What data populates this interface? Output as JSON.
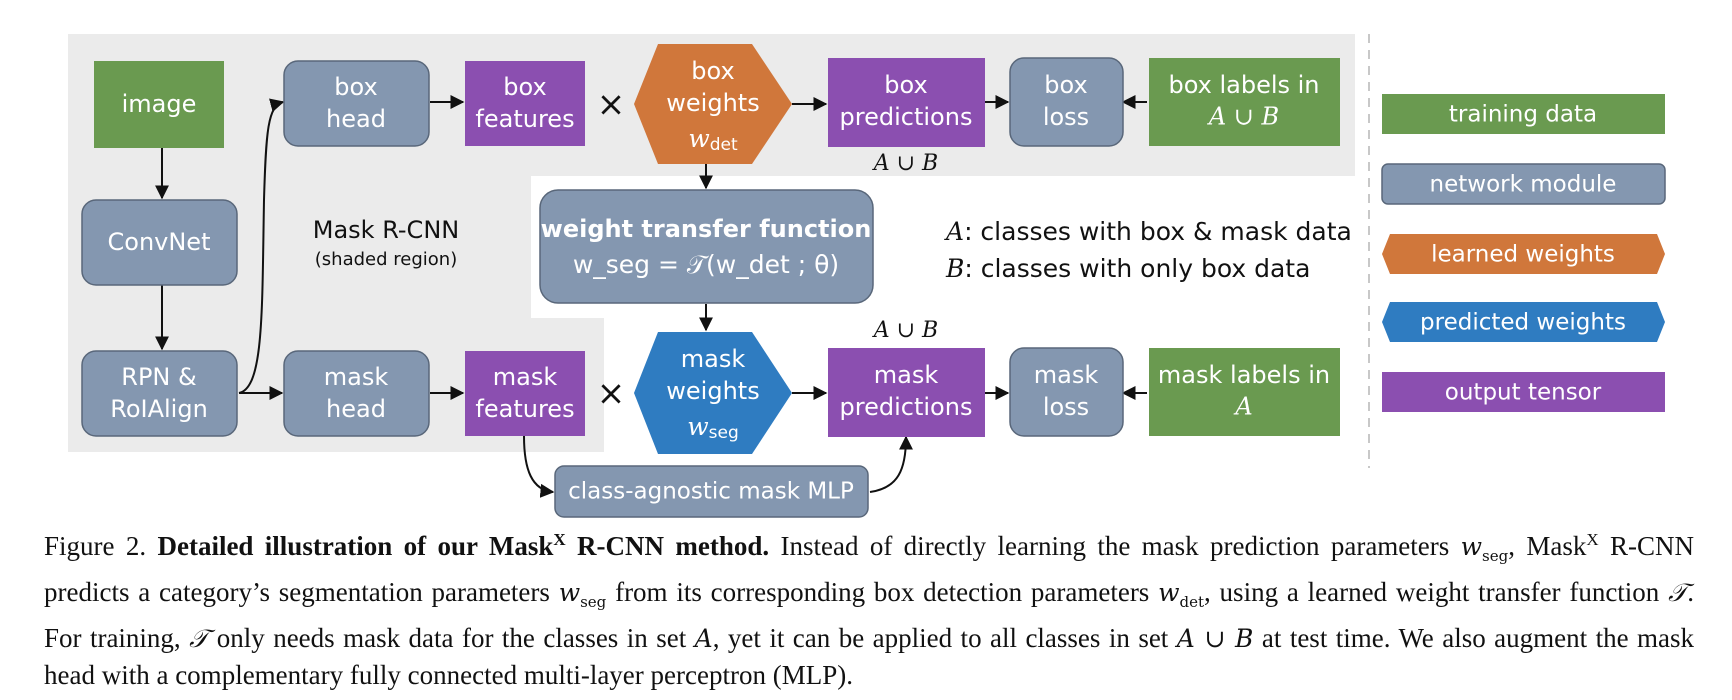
{
  "diagram": {
    "nodes": {
      "image": {
        "lines": [
          "image"
        ]
      },
      "convnet": {
        "lines": [
          "ConvNet"
        ]
      },
      "rpn": {
        "lines": [
          "RPN &",
          "RoIAlign"
        ]
      },
      "box_head": {
        "lines": [
          "box",
          "head"
        ]
      },
      "box_features": {
        "lines": [
          "box",
          "features"
        ]
      },
      "box_weights": {
        "lines": [
          "box",
          "weights"
        ],
        "symbol": "w",
        "subscript": "det"
      },
      "box_predictions": {
        "lines": [
          "box",
          "predictions"
        ]
      },
      "box_loss": {
        "lines": [
          "box",
          "loss"
        ]
      },
      "box_labels": {
        "lines": [
          "box labels in"
        ],
        "math": "A ∪ B"
      },
      "mask_head": {
        "lines": [
          "mask",
          "head"
        ]
      },
      "mask_features": {
        "lines": [
          "mask",
          "features"
        ]
      },
      "mask_weights": {
        "lines": [
          "mask",
          "weights"
        ],
        "symbol": "w",
        "subscript": "seg"
      },
      "mask_predictions": {
        "lines": [
          "mask",
          "predictions"
        ]
      },
      "mask_loss": {
        "lines": [
          "mask",
          "loss"
        ]
      },
      "mask_labels": {
        "lines": [
          "mask labels in"
        ],
        "math": "A"
      },
      "wtf": {
        "title": "weight transfer function",
        "formula": "w_seg = 𝒯(w_det ; θ)"
      },
      "mlp": {
        "lines": [
          "class-agnostic mask MLP"
        ]
      }
    },
    "multiply_symbol": "×",
    "region_title": "Mask R-CNN",
    "region_subtitle": "(shaded region)",
    "set_label_top": "A ∪ B",
    "set_label_mid": "A ∪ B",
    "definitions": [
      {
        "symbol": "A",
        "text": ": classes with box & mask data"
      },
      {
        "symbol": "B",
        "text": ": classes with only box data"
      }
    ]
  },
  "legend": [
    {
      "label": "training data",
      "shape": "rect",
      "color": "#6a9a50"
    },
    {
      "label": "network module",
      "shape": "rounded",
      "color": "#8497b0"
    },
    {
      "label": "learned weights",
      "shape": "hex",
      "color": "#d0773b"
    },
    {
      "label": "predicted weights",
      "shape": "hex",
      "color": "#2f7cc1"
    },
    {
      "label": "output tensor",
      "shape": "rect",
      "color": "#8b4fb0"
    }
  ],
  "colors": {
    "training_data": "#6a9a50",
    "network_module": "#8497b0",
    "learned_weights": "#d0773b",
    "predicted_weights": "#2f7cc1",
    "output_tensor": "#8b4fb0",
    "shaded_region": "#ebebeb"
  },
  "caption": {
    "label": "Figure 2.",
    "bold_title": "Detailed illustration of our Mask",
    "bold_sup": "X",
    "bold_title_end": "R-CNN method.",
    "t1": "Instead of directly learning the mask prediction parameters",
    "t2": ", Mask",
    "t2_sup": "X",
    "t3": "R-CNN predicts a category’s segmentation parameters",
    "t4": "from its corresponding box detection parameters",
    "t5": ", using a learned weight transfer function",
    "t6": ". For training,",
    "t7": "only needs mask data for the classes in set",
    "t8": ", yet it can be applied to all classes in set",
    "t9": "at test time. We also augment the mask head with a complementary fully connected multi-layer perceptron (MLP).",
    "m_w": "w",
    "m_seg": "seg",
    "m_det": "det",
    "m_T": "𝒯",
    "m_A": "A",
    "m_AuB": "A ∪ B"
  }
}
